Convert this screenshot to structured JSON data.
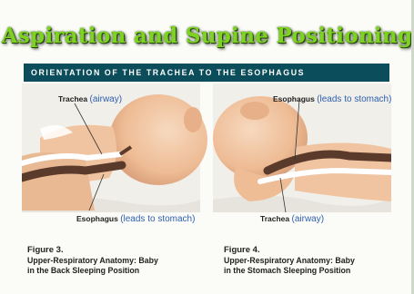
{
  "title": "Aspiration and Supine Positioning",
  "banner": "ORIENTATION OF THE TRACHEA TO THE ESOPHAGUS",
  "left_figure": {
    "label_top": {
      "name": "Trachea",
      "note": "(airway)"
    },
    "label_bottom": {
      "name": "Esophagus",
      "note": "(leads to stomach)"
    },
    "caption_number": "Figure 3.",
    "caption_line1": "Upper-Respiratory Anatomy: Baby",
    "caption_line2": "in the Back Sleeping Position"
  },
  "right_figure": {
    "label_top": {
      "name": "Esophagus",
      "note": "(leads to stomach)"
    },
    "label_bottom": {
      "name": "Trachea",
      "note": "(airway)"
    },
    "caption_number": "Figure 4.",
    "caption_line1": "Upper-Respiratory Anatomy: Baby",
    "caption_line2": "in the Stomach Sleeping Position"
  },
  "colors": {
    "title_green": "#7ed321",
    "banner_teal": "#0b4d5a",
    "label_blue": "#2e5fb0",
    "skin": "#f2c7a5",
    "esophagus": "#5a3a2a",
    "airway": "#ffffff"
  }
}
